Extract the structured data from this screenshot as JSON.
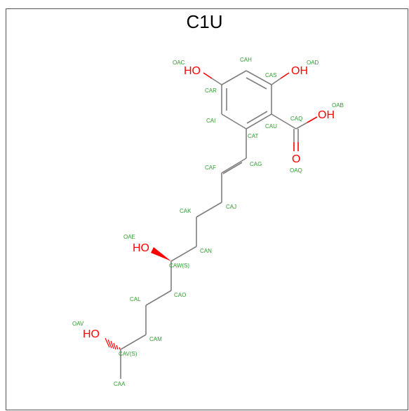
{
  "title": "C1U",
  "heteroatoms": {
    "oh_oac": "HO",
    "oh_oad": "OH",
    "oh_oab": "OH",
    "o_oaq": "O",
    "oh_oae": "HO",
    "oh_oav": "HO"
  },
  "atom_labels": {
    "OAC": "OAC",
    "CAH": "CAH",
    "OAD": "OAD",
    "CAS": "CAS",
    "CAR": "CAR",
    "OAB": "OAB",
    "CAQ": "CAQ",
    "CAI": "CAI",
    "CAU": "CAU",
    "CAT": "CAT",
    "OAQ": "OAQ",
    "CAF": "CAF",
    "CAG": "CAG",
    "CAK": "CAK",
    "CAJ": "CAJ",
    "OAE": "OAE",
    "CAN": "CAN",
    "CAW": "CAW(S)",
    "CAO": "CAO",
    "CAL": "CAL",
    "OAV": "OAV",
    "CAM": "CAM",
    "CAV": "CAV(S)",
    "CAA": "CAA"
  },
  "colors": {
    "carbon_label": "#2e9c2e",
    "heteroatom": "#ff0000",
    "bond": "#7f7f7f"
  }
}
